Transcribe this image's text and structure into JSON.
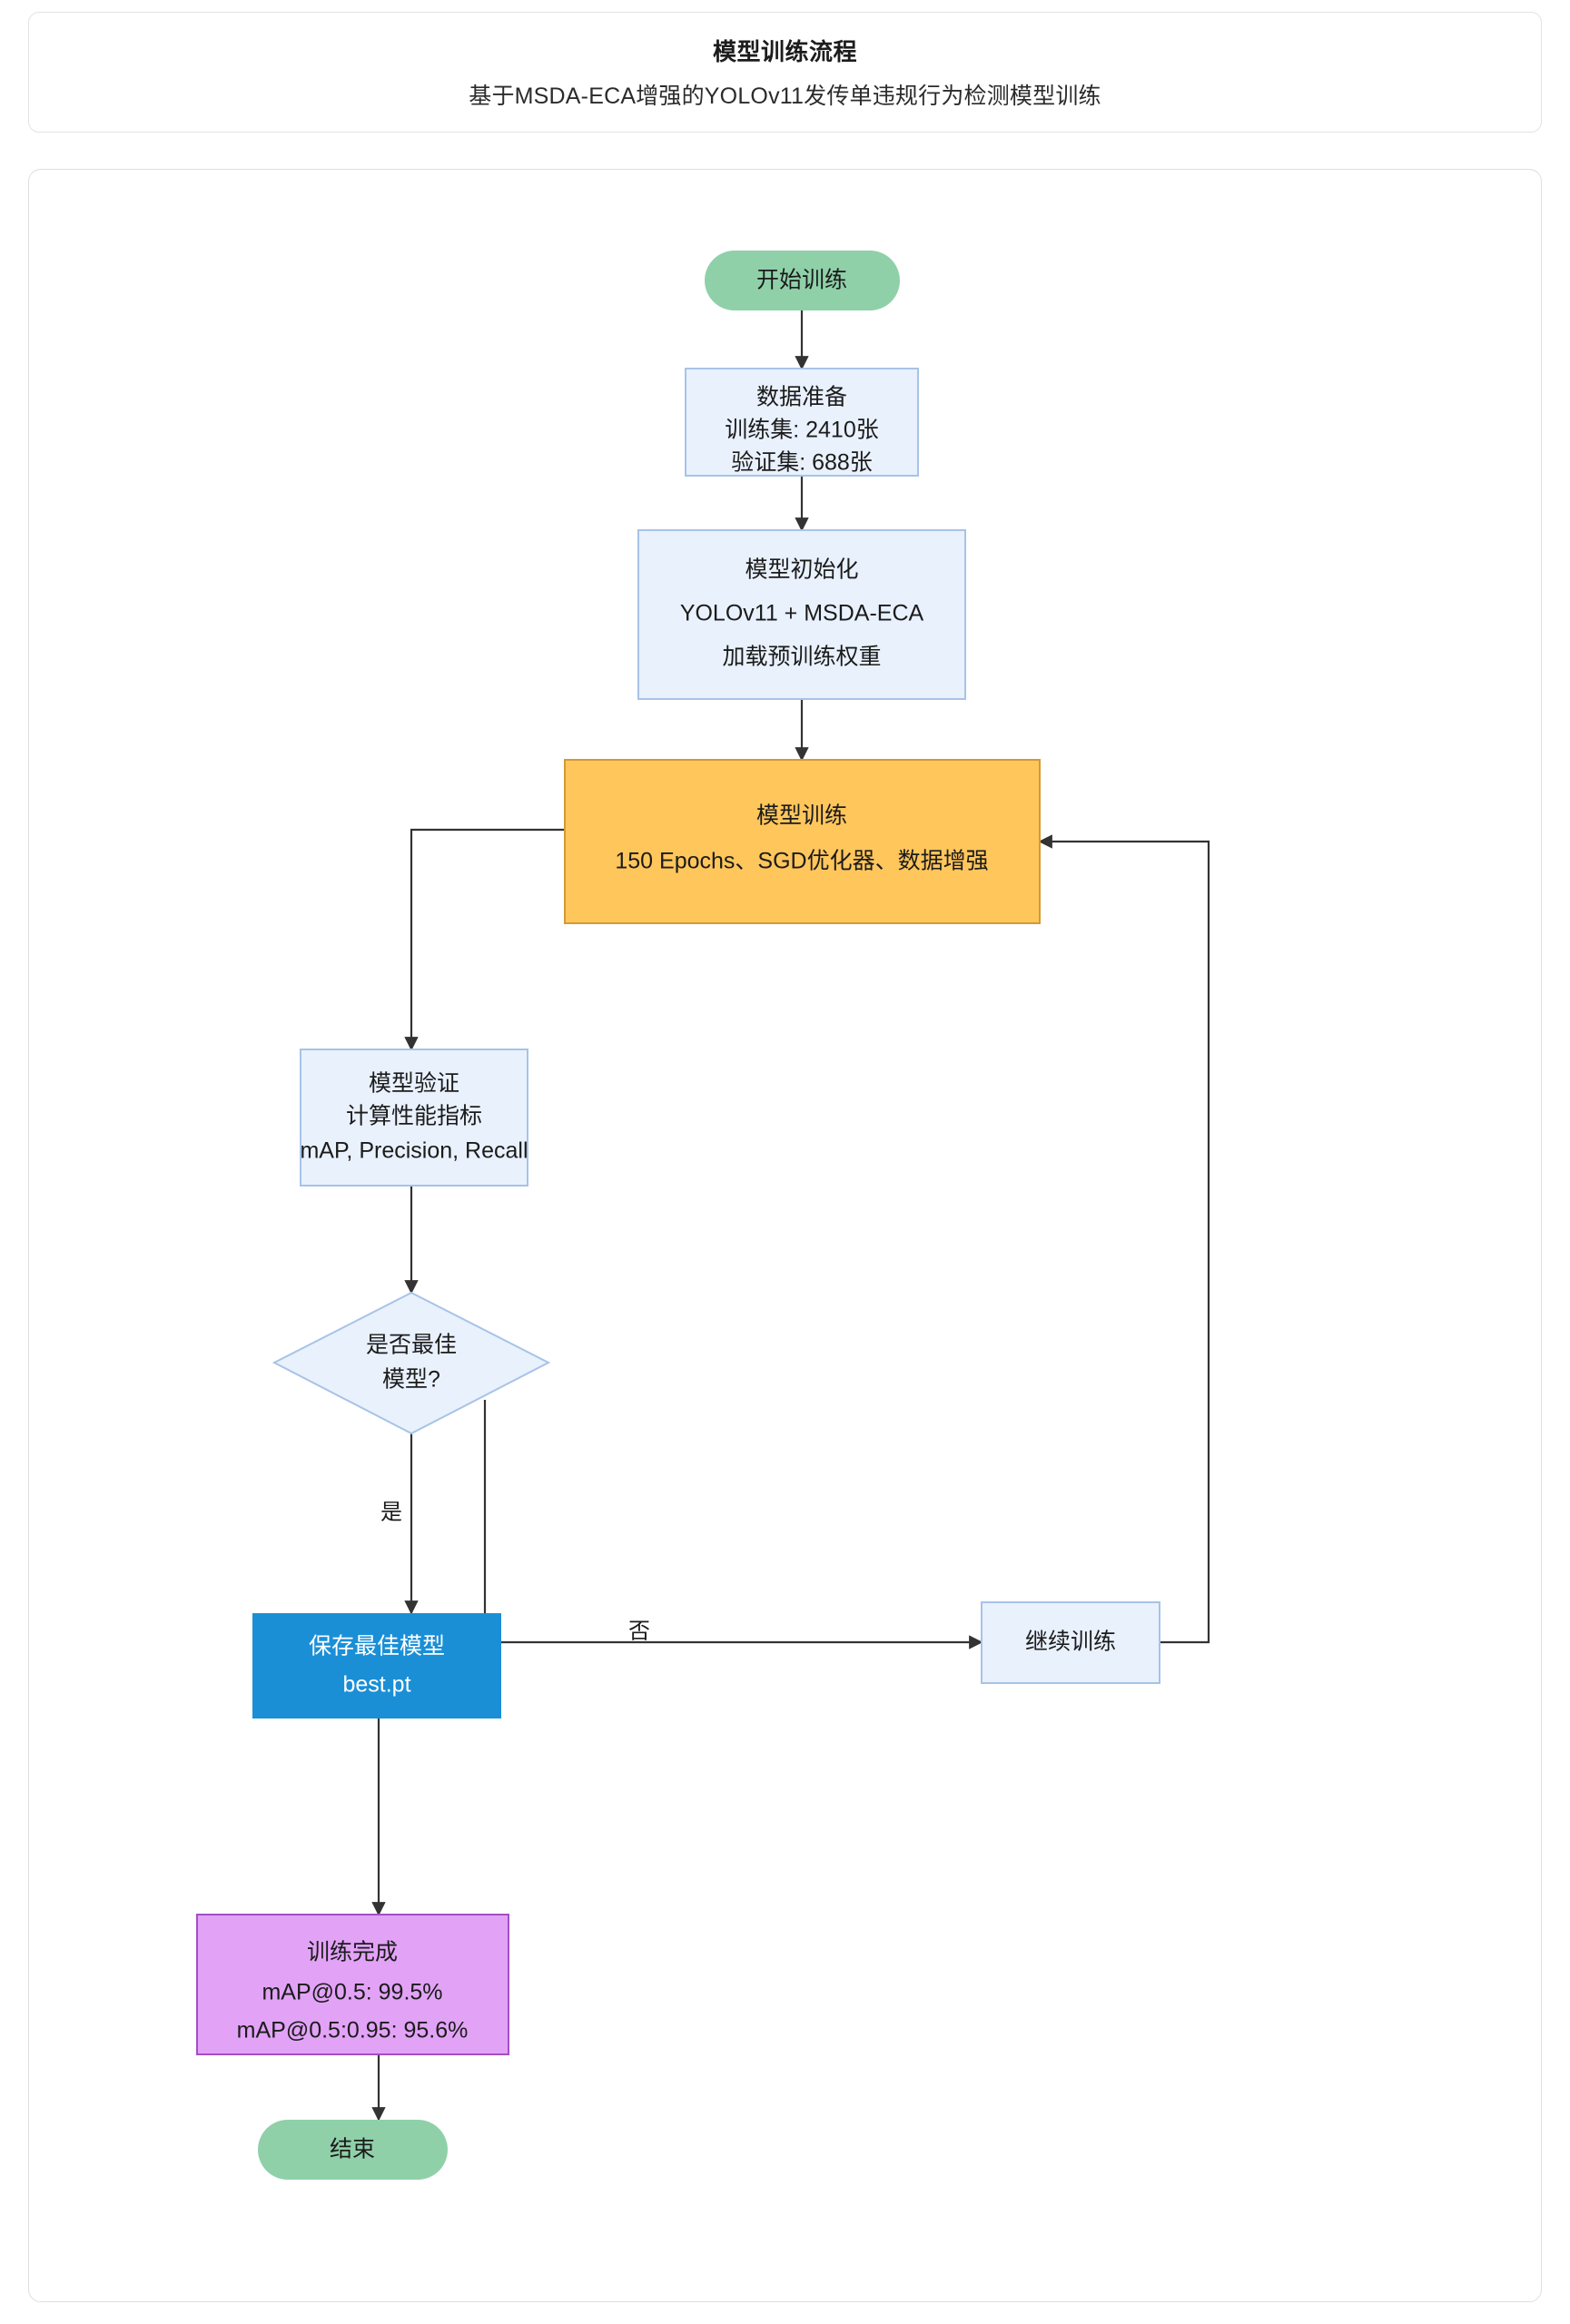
{
  "header": {
    "title": "模型训练流程",
    "subtitle": "基于MSDA-ECA增强的YOLOv11发传单违规行为检测模型训练"
  },
  "colors": {
    "start_end_fill": "#8FD0A9",
    "process_fill": "#E9F1FD",
    "process_border": "#A7C3E7",
    "training_fill": "#FFC65C",
    "training_border": "#D49A33",
    "save_fill": "#1A8FD6",
    "done_fill": "#E2A3F7",
    "done_border": "#A34EC4",
    "connector": "#333333",
    "card_border": "#DEDEDE",
    "background": "#FFFFFF"
  },
  "chart_data": {
    "type": "diagram",
    "title": "模型训练流程",
    "subtitle": "基于MSDA-ECA增强的YOLOv11发传单违规行为检测模型训练",
    "orientation": "top-to-bottom",
    "nodes": [
      {
        "id": "start",
        "shape": "stadium",
        "lines": [
          "开始训练"
        ]
      },
      {
        "id": "data",
        "shape": "rect",
        "lines": [
          "数据准备",
          "训练集: 2410张",
          "验证集: 688张"
        ]
      },
      {
        "id": "init",
        "shape": "rect",
        "lines": [
          "模型初始化",
          "YOLOv11 + MSDA-ECA",
          "加载预训练权重"
        ]
      },
      {
        "id": "train",
        "shape": "rect",
        "lines": [
          "模型训练",
          "150 Epochs、SGD优化器、数据增强"
        ]
      },
      {
        "id": "validate",
        "shape": "rect",
        "lines": [
          "模型验证",
          "计算性能指标",
          "mAP, Precision, Recall"
        ]
      },
      {
        "id": "decision",
        "shape": "diamond",
        "lines": [
          "是否最佳",
          "模型?"
        ]
      },
      {
        "id": "continue",
        "shape": "rect",
        "lines": [
          "继续训练"
        ]
      },
      {
        "id": "save",
        "shape": "rect",
        "lines": [
          "保存最佳模型",
          "best.pt"
        ]
      },
      {
        "id": "done",
        "shape": "rect",
        "lines": [
          "训练完成",
          "mAP@0.5: 99.5%",
          "mAP@0.5:0.95: 95.6%"
        ]
      },
      {
        "id": "end",
        "shape": "stadium",
        "lines": [
          "结束"
        ]
      }
    ],
    "edges": [
      {
        "from": "start",
        "to": "data",
        "label": ""
      },
      {
        "from": "data",
        "to": "init",
        "label": ""
      },
      {
        "from": "init",
        "to": "train",
        "label": ""
      },
      {
        "from": "train",
        "to": "validate",
        "label": ""
      },
      {
        "from": "validate",
        "to": "decision",
        "label": ""
      },
      {
        "from": "decision",
        "to": "save",
        "label": "是"
      },
      {
        "from": "decision",
        "to": "continue",
        "label": "否"
      },
      {
        "from": "continue",
        "to": "train",
        "label": ""
      },
      {
        "from": "save",
        "to": "done",
        "label": ""
      },
      {
        "from": "done",
        "to": "end",
        "label": ""
      }
    ],
    "metrics": {
      "train_images": 2410,
      "val_images": 688,
      "epochs": 150,
      "optimizer": "SGD",
      "mAP50": 99.5,
      "mAP50_95": 95.6,
      "weights_file": "best.pt"
    }
  },
  "nodes": {
    "start": {
      "l1": "开始训练"
    },
    "data": {
      "l1": "数据准备",
      "l2": "训练集: 2410张",
      "l3": "验证集: 688张"
    },
    "init": {
      "l1": "模型初始化",
      "l2": "YOLOv11 + MSDA-ECA",
      "l3": "加载预训练权重"
    },
    "train": {
      "l1": "模型训练",
      "l2": "150 Epochs、SGD优化器、数据增强"
    },
    "validate": {
      "l1": "模型验证",
      "l2": "计算性能指标",
      "l3": "mAP, Precision, Recall"
    },
    "decision": {
      "l1": "是否最佳",
      "l2": "模型?"
    },
    "continue": {
      "l1": "继续训练"
    },
    "save": {
      "l1": "保存最佳模型",
      "l2": "best.pt"
    },
    "done": {
      "l1": "训练完成",
      "l2": "mAP@0.5: 99.5%",
      "l3": "mAP@0.5:0.95: 95.6%"
    },
    "end": {
      "l1": "结束"
    }
  },
  "edge_labels": {
    "yes": "是",
    "no": "否"
  }
}
